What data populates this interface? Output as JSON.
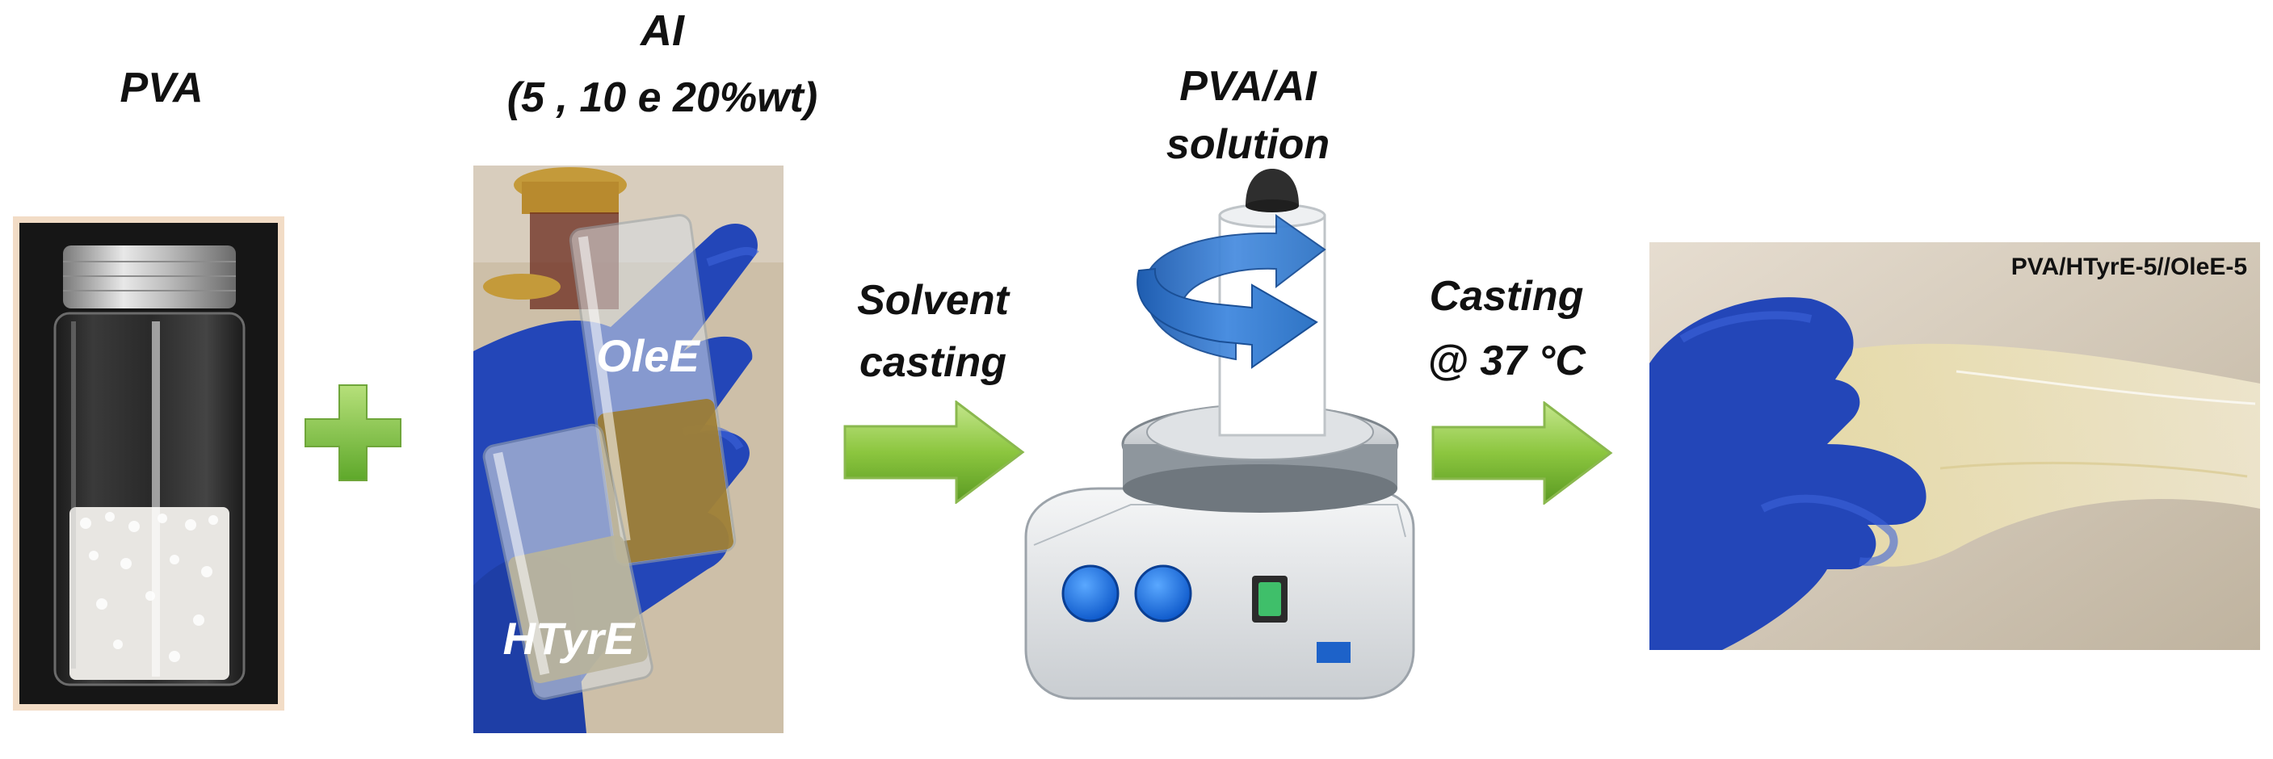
{
  "labels": {
    "pva": "PVA",
    "ai_title": "AI",
    "ai_sub": "(5 , 10 e 20%wt)",
    "solution_1": "PVA/AI",
    "solution_2": "solution",
    "step1_1": "Solvent",
    "step1_2": "casting",
    "step2_1": "Casting",
    "step2_2": "@ 37 °C",
    "olee": "OleE",
    "htyre": "HTyrE",
    "film": "PVA/HTyrE-5//OleE-5"
  },
  "colors": {
    "arrow_green": "#8cc63f",
    "cross_green": "#7dc243",
    "rotation_blue": "#2f74c4",
    "glove_blue": "#2346b8"
  }
}
